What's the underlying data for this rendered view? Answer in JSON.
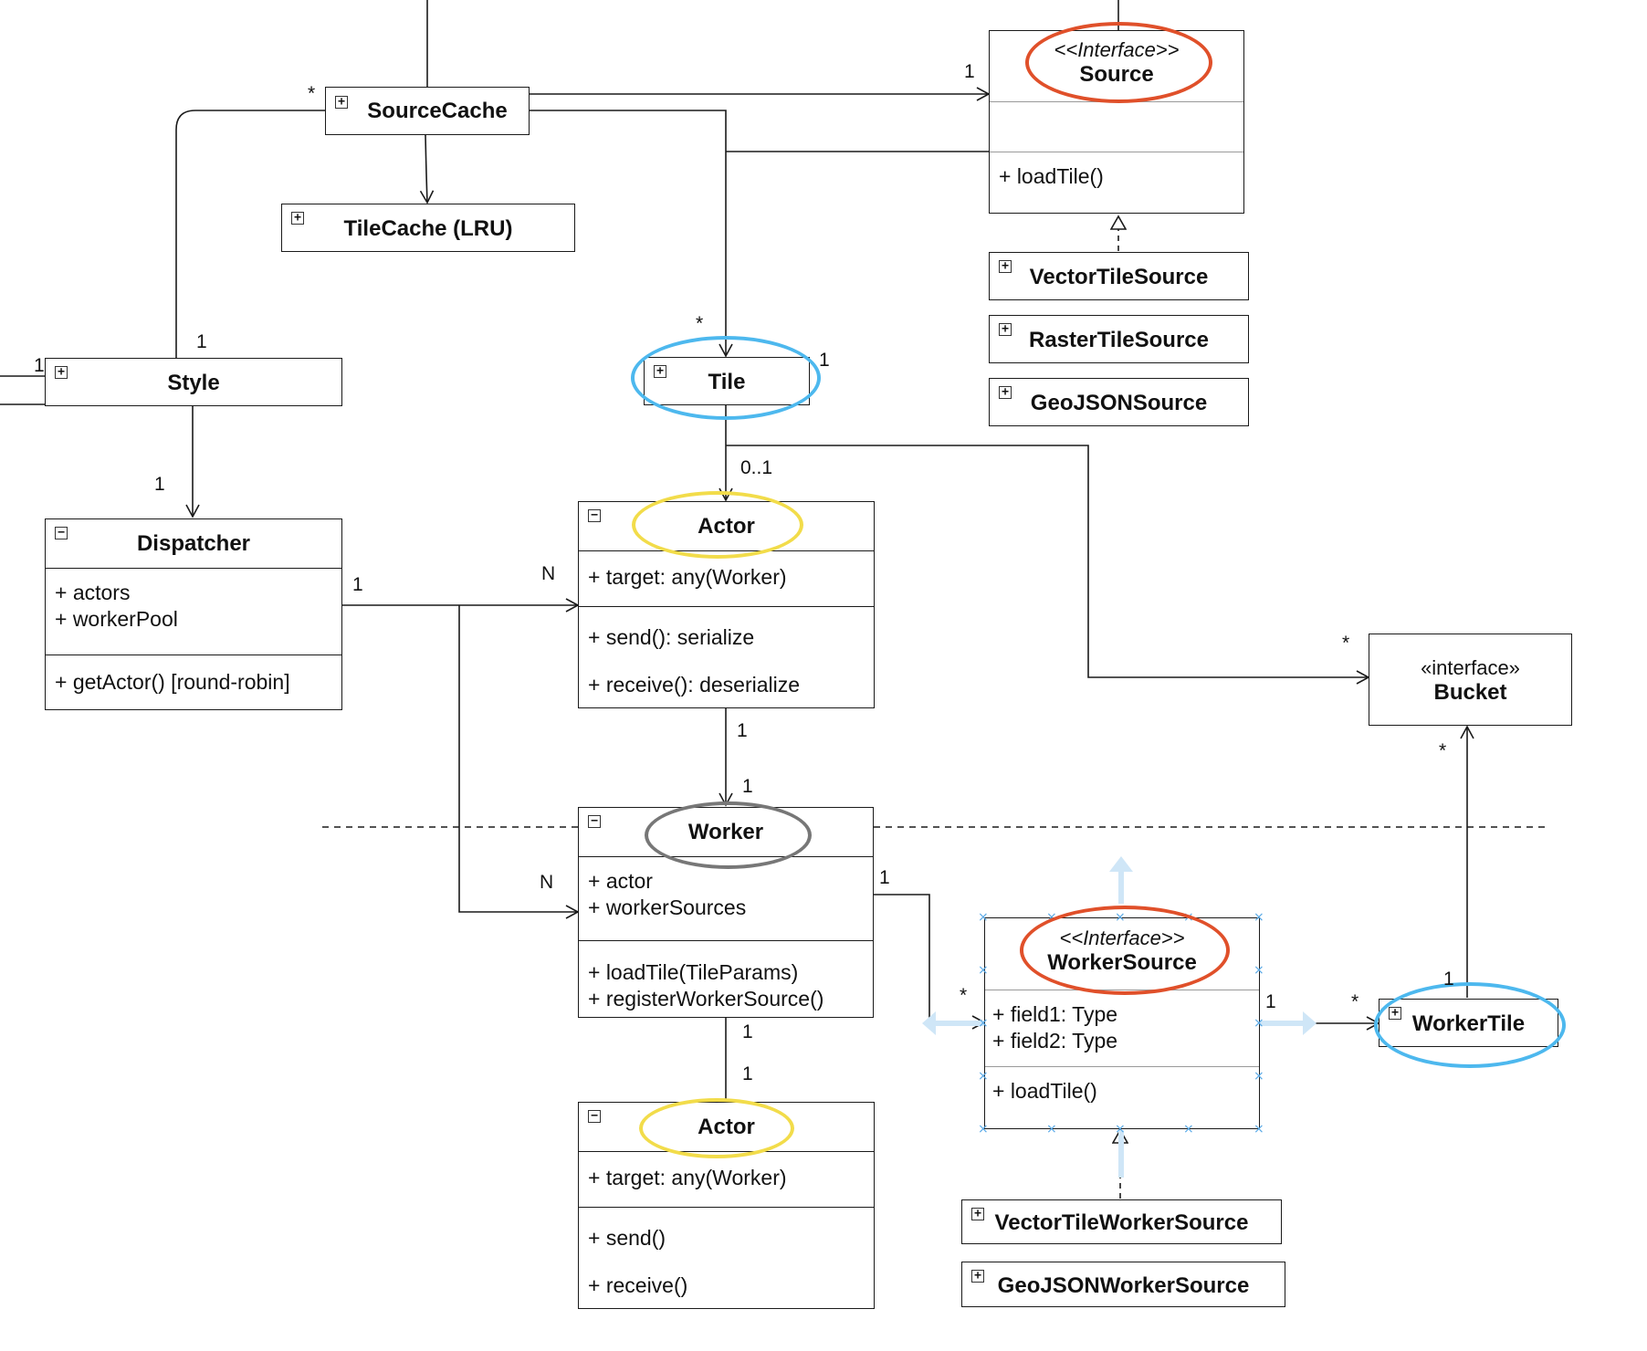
{
  "colors": {
    "interface_highlight": "#e0502a",
    "tile_highlight": "#4db8ee",
    "actor_highlight": "#f2dc4a",
    "worker_highlight": "#777777",
    "selection": "#5aa9e6"
  },
  "icons": {
    "expand": "plus-square-icon",
    "collapse": "minus-square-icon"
  },
  "classes": {
    "source": {
      "stereotype": "<<Interface>>",
      "name": "Source",
      "methods": [
        "+ loadTile()"
      ]
    },
    "source_cache": {
      "name": "SourceCache"
    },
    "tile_cache": {
      "name": "TileCache (LRU)"
    },
    "vector_tile_source": {
      "name": "VectorTileSource"
    },
    "raster_tile_source": {
      "name": "RasterTileSource"
    },
    "geojson_source": {
      "name": "GeoJSONSource"
    },
    "style": {
      "name": "Style"
    },
    "tile": {
      "name": "Tile"
    },
    "dispatcher": {
      "name": "Dispatcher",
      "fields": [
        "+ actors",
        "+ workerPool"
      ],
      "methods": [
        "+ getActor() [round-robin]"
      ]
    },
    "actor_main": {
      "name": "Actor",
      "fields": [
        "+ target: any(Worker)"
      ],
      "methods": [
        "+ send(): serialize",
        "+ receive(): deserialize"
      ]
    },
    "bucket": {
      "stereotype": "«interface»",
      "name": "Bucket"
    },
    "worker": {
      "name": "Worker",
      "fields": [
        "+ actor",
        "+ workerSources"
      ],
      "methods": [
        "+ loadTile(TileParams)",
        "+ registerWorkerSource()"
      ]
    },
    "worker_source": {
      "stereotype": "<<Interface>>",
      "name": "WorkerSource",
      "fields": [
        "+ field1: Type",
        "+ field2: Type"
      ],
      "methods": [
        "+ loadTile()"
      ]
    },
    "worker_tile": {
      "name": "WorkerTile"
    },
    "actor_worker": {
      "name": "Actor",
      "fields": [
        "+ target: any(Worker)"
      ],
      "methods": [
        "+ send()",
        "+ receive()"
      ]
    },
    "vector_tile_worker_source": {
      "name": "VectorTileWorkerSource"
    },
    "geojson_worker_source": {
      "name": "GeoJSONWorkerSource"
    }
  },
  "multiplicities": {
    "sourcecache_source": "1",
    "sourcecache_star": "*",
    "style_cache": "1",
    "style_left": "1",
    "tile_star": "*",
    "tile_one": "1",
    "style_dispatcher": "1",
    "tile_actor": "0..1",
    "dispatcher_one": "1",
    "dispatcher_actor_n": "N",
    "bucket_star_top": "*",
    "actor_worker_1a": "1",
    "actor_worker_1b": "1",
    "bucket_star_bottom": "*",
    "dispatcher_worker_n": "N",
    "worker_ws_one": "1",
    "ws_star": "*",
    "ws_wt_one": "1",
    "wt_star": "*",
    "wt_one": "1",
    "worker_actor_1a": "1",
    "worker_actor_1b": "1"
  }
}
